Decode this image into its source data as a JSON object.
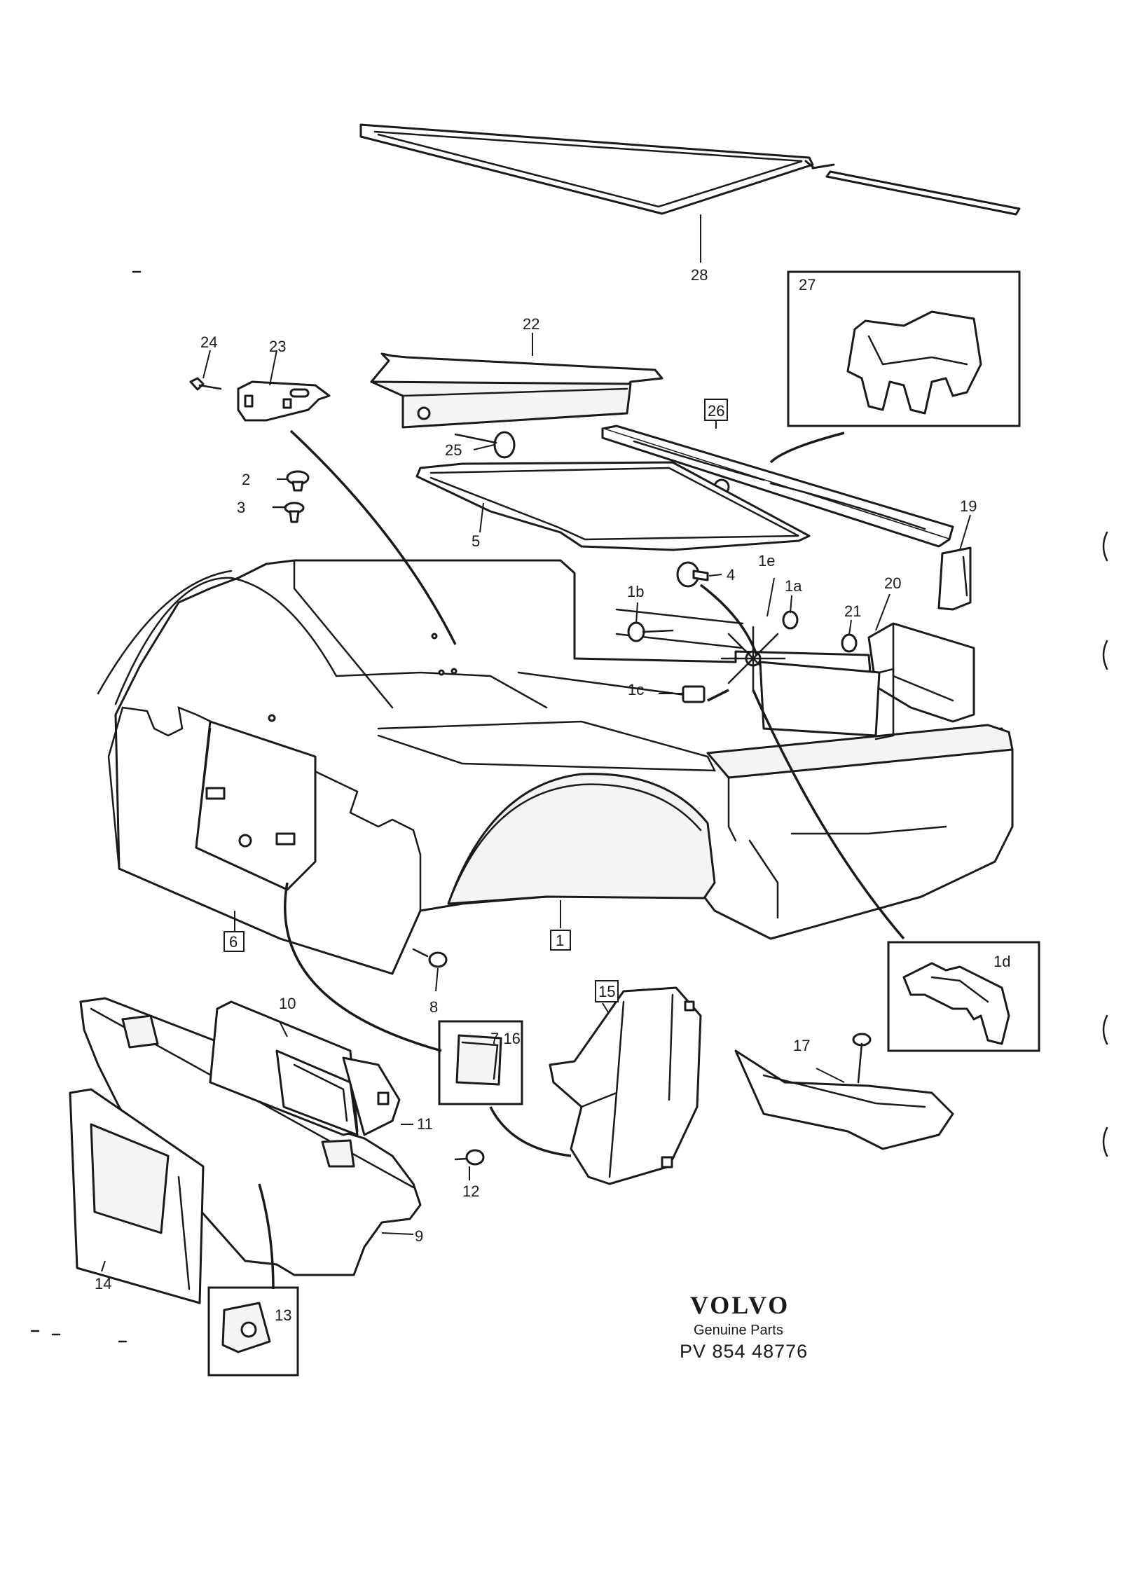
{
  "labels": {
    "p1": "1",
    "p1a": "1a",
    "p1b": "1b",
    "p1c": "1c",
    "p1d": "1d",
    "p1e": "1e",
    "p2": "2",
    "p3": "3",
    "p4": "4",
    "p5": "5",
    "p6": "6",
    "p7_16": "7,16",
    "p8": "8",
    "p9": "9",
    "p10": "10",
    "p11": "11",
    "p12": "12",
    "p13": "13",
    "p14": "14",
    "p15": "15",
    "p17": "17",
    "p19": "19",
    "p20": "20",
    "p21": "21",
    "p22": "22",
    "p23": "23",
    "p24": "24",
    "p25": "25",
    "p26": "26",
    "p27": "27",
    "p28": "28"
  },
  "footer": {
    "brand": "VOLVO",
    "subtitle": "Genuine Parts",
    "code": "PV 854 48776"
  }
}
